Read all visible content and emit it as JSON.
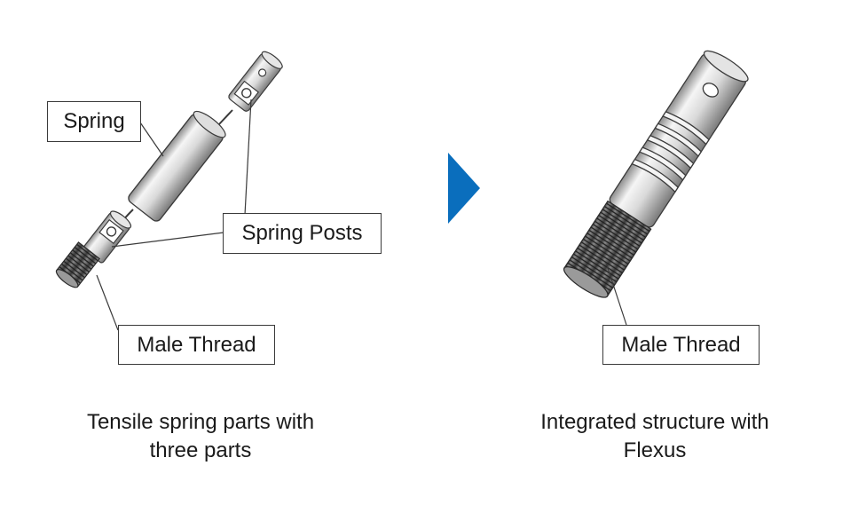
{
  "colors": {
    "arrow": "#0a6ebd",
    "outline": "#3a3a3a",
    "metal_light": "#f2f2f2",
    "metal_dark": "#8c8c8c",
    "thread": "#5a5a5a"
  },
  "left_panel": {
    "labels": {
      "spring": "Spring",
      "spring_posts": "Spring Posts",
      "male_thread": "Male Thread"
    },
    "caption": {
      "line1": "Tensile spring parts with",
      "line2": "three parts"
    }
  },
  "arrow_icon": "chevron-right-triangle",
  "right_panel": {
    "labels": {
      "male_thread": "Male Thread"
    },
    "caption": {
      "line1": "Integrated structure with",
      "line2": "Flexus"
    }
  }
}
